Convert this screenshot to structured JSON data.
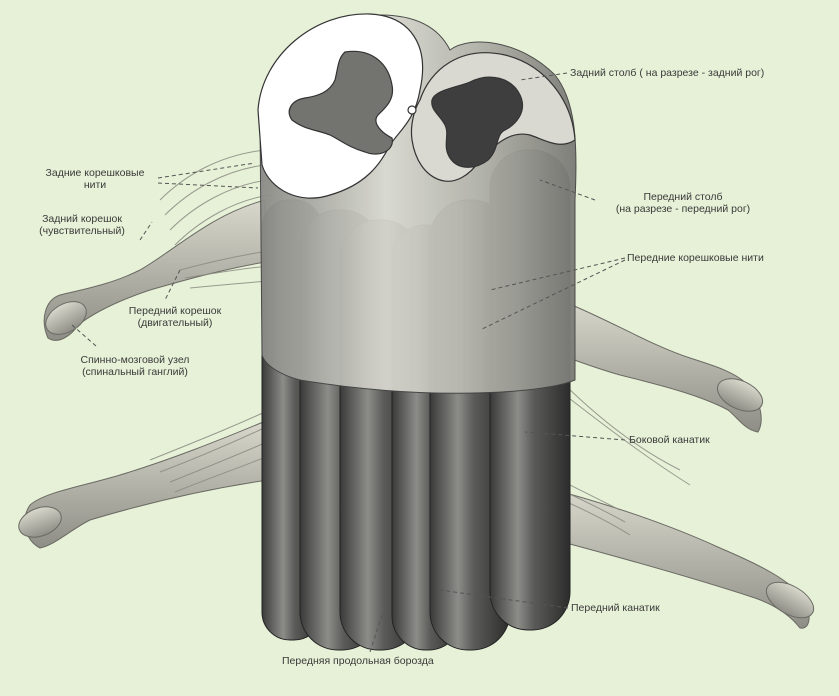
{
  "labels": {
    "posterior_column": "Задний столб ( на разрезе - задний рог)",
    "posterior_rootlets": [
      "Задние корешковые",
      "нити"
    ],
    "posterior_root": [
      "Задний корешок",
      "(чувствительный)"
    ],
    "anterior_column": [
      "Передний столб",
      "(на разрезе - передний рог)"
    ],
    "anterior_rootlets": "Передние корешковые нити",
    "anterior_root": [
      "Передний корешок",
      "(двигательный)"
    ],
    "spinal_ganglion": [
      "Спинно-мозговой узел",
      "(спинальный ганглий)"
    ],
    "lateral_funiculus": "Боковой канатик",
    "anterior_funiculus": "Передний канатик",
    "anterior_fissure": "Передняя продольная борозда"
  },
  "colors": {
    "background": "#e6f1d7",
    "label_text": "#3a3a3a",
    "leader_line": "#555555",
    "white_matter": "#b8b8b0",
    "white_matter_shadow": "#4a4a4a",
    "grey_matter_left": "#6f6f6f",
    "grey_matter_right": "#3e3e3e",
    "cut_surface": "#ffffff"
  }
}
